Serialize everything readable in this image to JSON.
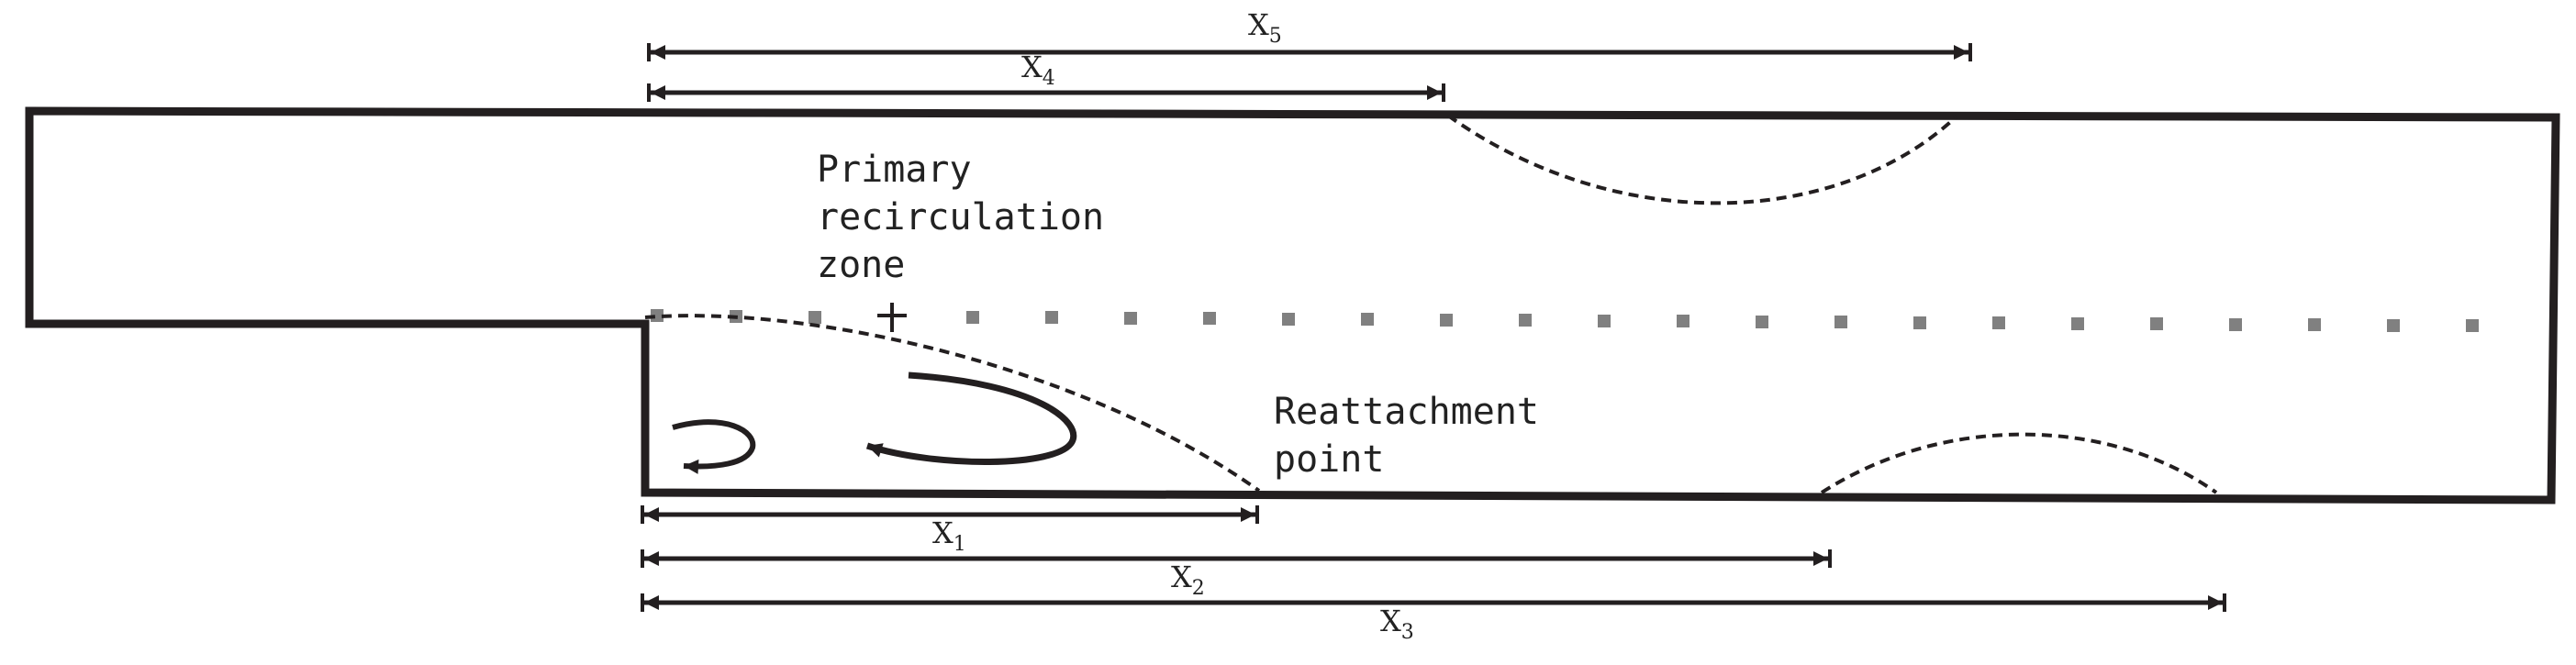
{
  "labels": {
    "primary_zone": [
      "Primary",
      "recirculation",
      "zone"
    ],
    "reattachment": [
      "Reattachment",
      "point"
    ]
  },
  "dimensions": {
    "x1": {
      "base": "X",
      "sub": "1"
    },
    "x2": {
      "base": "X",
      "sub": "2"
    },
    "x3": {
      "base": "X",
      "sub": "3"
    },
    "x4": {
      "base": "X",
      "sub": "4"
    },
    "x5": {
      "base": "X",
      "sub": "5"
    }
  },
  "colors": {
    "wall": "#231f20",
    "dots": "#808080",
    "dashed": "#231f20"
  }
}
